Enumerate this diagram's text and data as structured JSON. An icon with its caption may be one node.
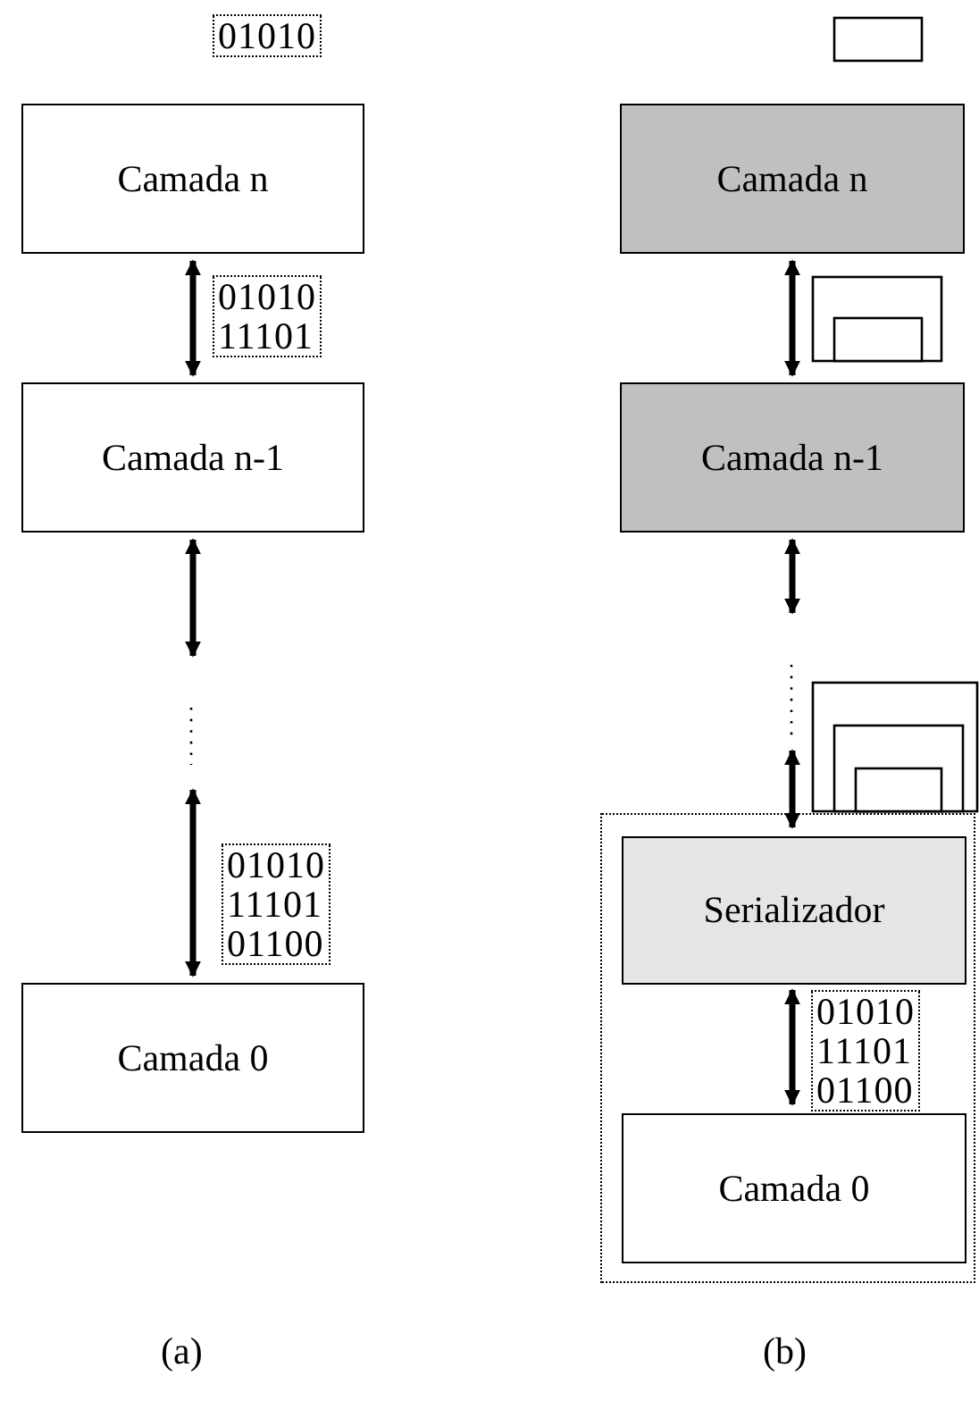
{
  "diagram": {
    "nodes": [
      {
        "text": [
          "Camada n"
        ]
      },
      {
        "text": [
          "Camada n-1"
        ]
      },
      {
        "text": [
          "Camada 0"
        ]
      },
      {
        "text": [
          "Camada n"
        ]
      },
      {
        "text": [
          "Camada n-1"
        ]
      },
      {
        "text": [],
        "shape": "box"
      },
      {
        "text": [
          "Serializador"
        ],
        "in": 5
      },
      {
        "text": [
          "Camada 0"
        ],
        "in": 5
      }
    ],
    "edges": [
      {
        "from": 0,
        "to": 1,
        "arrow": "both"
      },
      {
        "from": 1,
        "to": null,
        "arrow": "both"
      },
      {
        "from": null,
        "to": 2,
        "arrow": "both"
      },
      {
        "from": 3,
        "to": 4,
        "arrow": "both"
      },
      {
        "from": 4,
        "to": null,
        "arrow": "both"
      },
      {
        "from": null,
        "to": 6,
        "arrow": "both"
      },
      {
        "from": 6,
        "to": 7,
        "arrow": "both"
      }
    ],
    "labels": [
      "01010",
      "01010",
      "11101",
      "01010",
      "11101",
      "01100",
      "01010",
      "11101",
      "01100",
      "(a)",
      "(b)"
    ]
  }
}
